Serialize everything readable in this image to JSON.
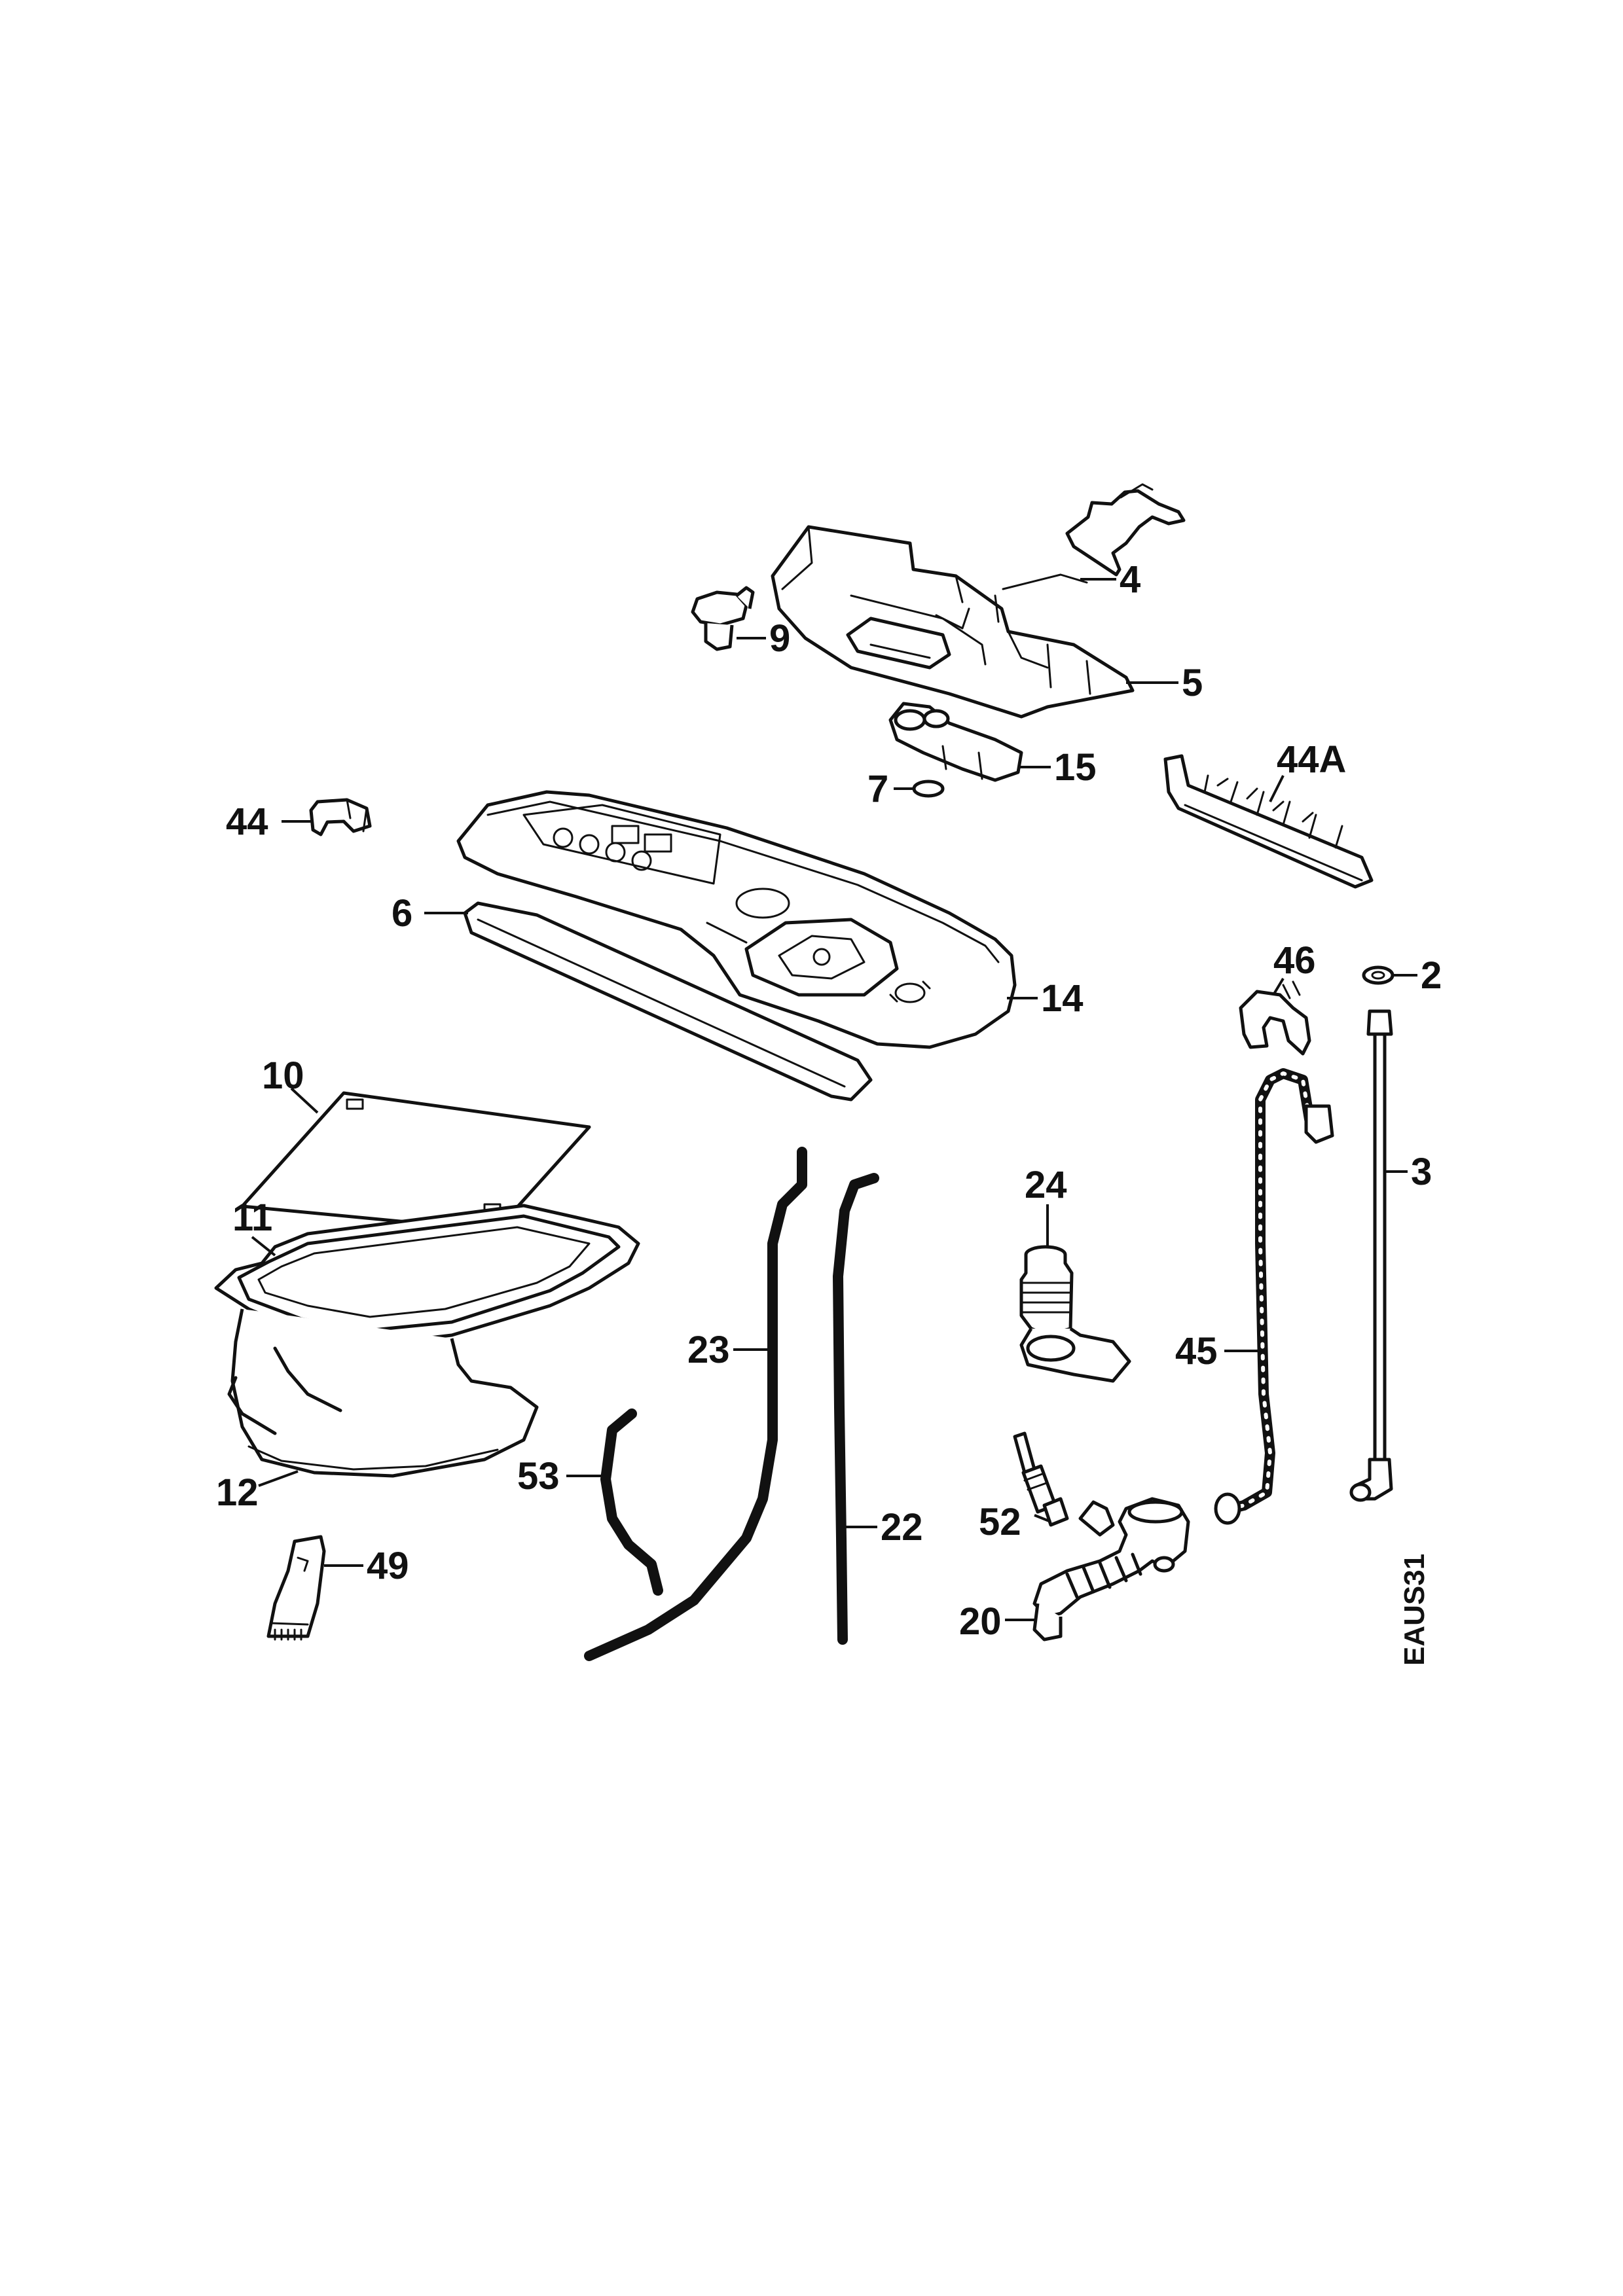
{
  "diagram_code": "EAUS31",
  "labels": {
    "p2": "2",
    "p3": "3",
    "p4": "4",
    "p5": "5",
    "p6": "6",
    "p7": "7",
    "p9": "9",
    "p10": "10",
    "p11": "11",
    "p12": "12",
    "p14": "14",
    "p15": "15",
    "p20": "20",
    "p22": "22",
    "p23": "23",
    "p24": "24",
    "p44": "44",
    "p44a": "44A",
    "p45": "45",
    "p46": "46",
    "p49": "49",
    "p52": "52",
    "p53": "53"
  }
}
